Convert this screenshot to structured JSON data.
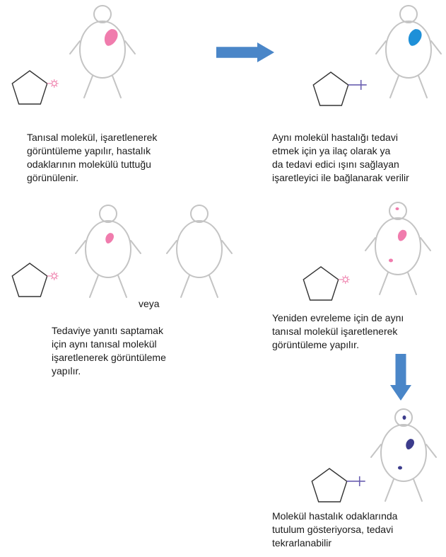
{
  "captions": {
    "step1": "Tanısal molekül, işaretlenerek\ngörüntüleme yapılır, hastalık\nodaklarının molekülü tuttuğu\ngörünülenir.",
    "step2": "Aynı molekül hastalığı tedavi\netmek için ya ilaç olarak ya\nda tedavi edici ışını sağlayan\nişaretleyici ile bağlanarak verilir",
    "step3": "Tedaviye yanıtı saptamak\niçin aynı tanısal molekül\nişaretlenerek görüntüleme\nyapılır.",
    "step4": "Yeniden evreleme için de aynı\ntanısal molekül işaretlenerek\ngörüntüleme yapılır.",
    "step5": "Molekül hastalık odaklarında\ntutulum gösteriyorsa, tedavi\ntekrarlanabilir"
  },
  "or_label": "veya",
  "colors": {
    "outline": "#c4c4c4",
    "molecule": "#333333",
    "diagnostic_marker": "#f08cb4",
    "diagnostic_lesion": "#f07cad",
    "therapy_marker": "#6a5fb0",
    "therapy_lesion_primary": "#1e90d8",
    "therapy_lesion_secondary": "#3c3c8c",
    "arrow": "#4a86c8"
  }
}
